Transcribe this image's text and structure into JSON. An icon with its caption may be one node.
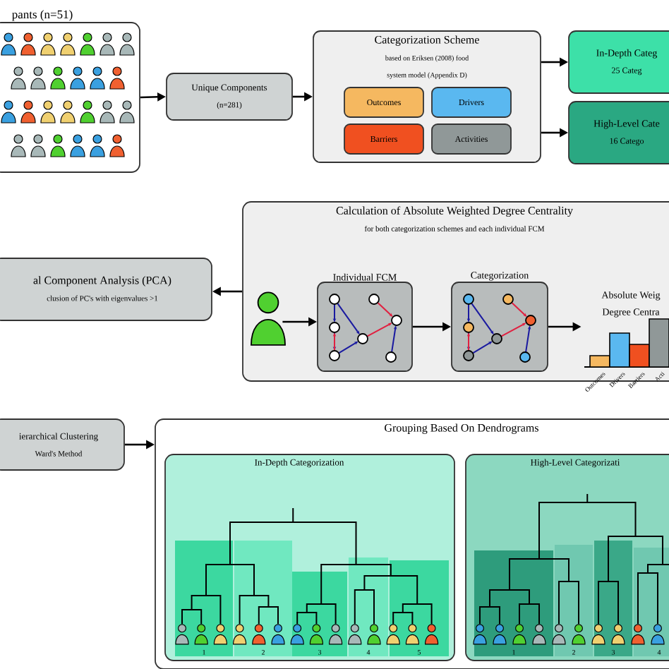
{
  "diagram": {
    "nodes": [
      {
        "text": [
          "pants (n=51)"
        ]
      },
      {
        "text": [
          "Unique Components",
          "(n=281)"
        ]
      },
      {
        "text": [
          "Categorization Scheme",
          "based on Eriksen (2008) food system model (Appendix D)"
        ]
      },
      {
        "text": [
          "Outcomes"
        ],
        "in": 2
      },
      {
        "text": [
          "Drivers"
        ],
        "in": 2
      },
      {
        "text": [
          "Barriers"
        ],
        "in": 2
      },
      {
        "text": [
          "Activities"
        ],
        "in": 2
      },
      {
        "text": [
          "In-Depth Categ",
          "25 Categ"
        ]
      },
      {
        "text": [
          "High-Level Cate",
          "16 Catego"
        ]
      },
      {
        "text": [
          "Calculation of Absolute Weighted Degree Centrality",
          "for both categorization schemes and each individual FCM"
        ]
      },
      {
        "text": [
          "al Component Analysis (PCA)",
          "clusion of PC's with eigenvalues >1"
        ]
      },
      {
        "text": [],
        "shape": "person",
        "in": 9
      },
      {
        "text": [
          "Individual FCM"
        ],
        "in": 9
      },
      {
        "text": [
          "Categorization"
        ],
        "in": 9
      },
      {
        "text": [
          "Absolute Weig Degree Centra"
        ],
        "in": 9
      },
      {
        "text": [
          "ierarchical Clustering",
          "Ward's Method"
        ]
      },
      {
        "text": [
          "Grouping Based On Dendrograms"
        ]
      },
      {
        "text": [
          "In-Depth Categorization"
        ],
        "in": 16
      },
      {
        "text": [
          "High-Level Categorizati"
        ],
        "in": 16
      },
      {
        "text": [
          "1"
        ],
        "in": 17
      },
      {
        "text": [
          "2"
        ],
        "in": 17
      },
      {
        "text": [
          "3"
        ],
        "in": 17
      },
      {
        "text": [
          "4"
        ],
        "in": 17
      },
      {
        "text": [
          "5"
        ],
        "in": 17
      },
      {
        "text": [
          "1"
        ],
        "in": 18
      },
      {
        "text": [
          "2"
        ],
        "in": 18
      },
      {
        "text": [
          "3"
        ],
        "in": 18
      },
      {
        "text": [
          "4"
        ],
        "in": 18
      }
    ],
    "edges": [
      {
        "from": 0,
        "to": 1,
        "arrow": "to"
      },
      {
        "from": 1,
        "to": 2,
        "arrow": "to"
      },
      {
        "from": 2,
        "to": 7,
        "arrow": "to"
      },
      {
        "from": 2,
        "to": 8,
        "arrow": "to"
      },
      {
        "from": 9,
        "to": 10,
        "arrow": "to"
      },
      {
        "from": 11,
        "to": 12,
        "arrow": "to"
      },
      {
        "from": 12,
        "to": 13,
        "arrow": "to"
      },
      {
        "from": 13,
        "to": 14,
        "arrow": "to"
      },
      {
        "from": 15,
        "to": 16,
        "arrow": "to"
      }
    ],
    "labels": [
      "Outcomes",
      "Drivers",
      "Barriers",
      "Acti"
    ]
  }
}
